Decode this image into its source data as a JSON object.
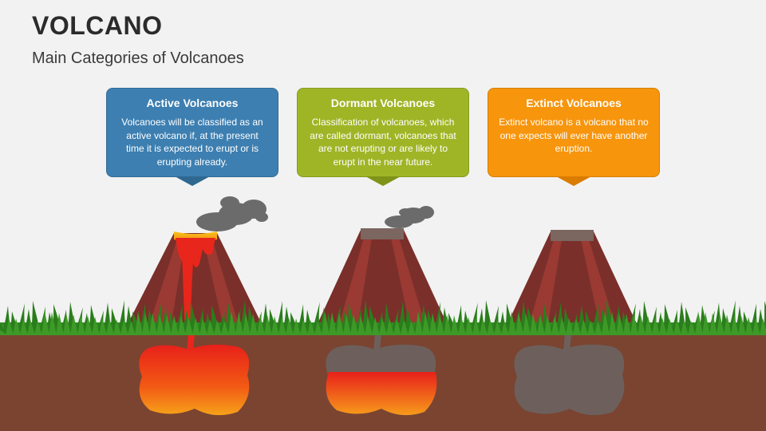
{
  "header": {
    "title": "VOLCANO",
    "subtitle": "Main Categories of Volcanoes"
  },
  "cards": [
    {
      "heading": "Active Volcanoes",
      "text": "Volcanoes will be classified as an active volcano if, at the present time it is expected to erupt or is erupting already.",
      "color": "#3d7fb1"
    },
    {
      "heading": "Dormant Volcanoes",
      "text": "Classification of volcanoes, which are called dormant, volcanoes that are not erupting or are likely to erupt in the near future.",
      "color": "#9fb526"
    },
    {
      "heading": "Extinct Volcanoes",
      "text": "Extinct volcano is a volcano that no one expects will ever have another eruption.",
      "color": "#f7950d"
    }
  ],
  "colors": {
    "ground": "#7a4431",
    "grass": "#2f8a1f",
    "volcano": "#7a2f2a",
    "lava": "#e8261c",
    "smoke": "#6b6b6b"
  }
}
